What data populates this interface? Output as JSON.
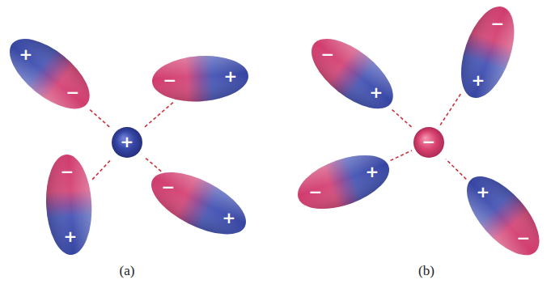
{
  "diagram": {
    "nodes": [
      {
        "text": [
          "+",
          "−"
        ]
      },
      {
        "text": [
          "−",
          "+"
        ]
      },
      {
        "text": [
          "+"
        ]
      },
      {
        "text": [
          "−",
          "+"
        ]
      },
      {
        "text": [
          "−",
          "+"
        ]
      },
      {
        "text": [
          "−",
          "+"
        ]
      },
      {
        "text": [
          "−",
          "+"
        ]
      },
      {
        "text": [
          "−"
        ]
      },
      {
        "text": [
          "+",
          "−"
        ]
      },
      {
        "text": [
          "+",
          "−"
        ]
      }
    ],
    "edges": [
      {
        "from": 0,
        "to": 2,
        "arrow": "none"
      },
      {
        "from": 1,
        "to": 2,
        "arrow": "none"
      },
      {
        "from": 3,
        "to": 2,
        "arrow": "none"
      },
      {
        "from": 4,
        "to": 2,
        "arrow": "none"
      },
      {
        "from": 5,
        "to": 7,
        "arrow": "none"
      },
      {
        "from": 6,
        "to": 7,
        "arrow": "none"
      },
      {
        "from": 8,
        "to": 7,
        "arrow": "none"
      },
      {
        "from": 9,
        "to": 7,
        "arrow": "none"
      }
    ],
    "labels": [
      "(a)",
      "(b)"
    ]
  }
}
